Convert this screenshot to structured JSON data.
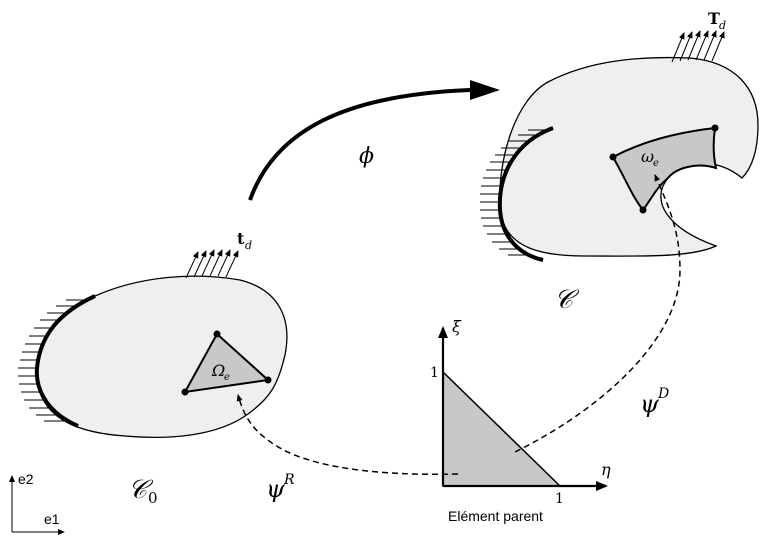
{
  "labels": {
    "traction_ref": "t",
    "traction_ref_sub": "d",
    "traction_cur": "T",
    "traction_cur_sub": "d",
    "phi": "ϕ",
    "omega_e": "ω",
    "omega_e_sub": "e",
    "Omega_e": "Ω",
    "Omega_e_sub": "e",
    "config_cur": "𝒞",
    "config_ref": "𝒞",
    "config_ref_sub": "0",
    "psi_D": "ψ",
    "psi_D_sup": "D",
    "psi_R": "ψ",
    "psi_R_sup": "R",
    "xi": "ξ",
    "eta": "η",
    "one_vertical": "1",
    "one_horizontal": "1",
    "parent_element": "Elément parent",
    "axis_e1": "e1",
    "axis_e2": "e2"
  },
  "colors": {
    "body_fill": "#efefef",
    "element_fill": "#c8c8c8",
    "stroke": "#000000"
  }
}
